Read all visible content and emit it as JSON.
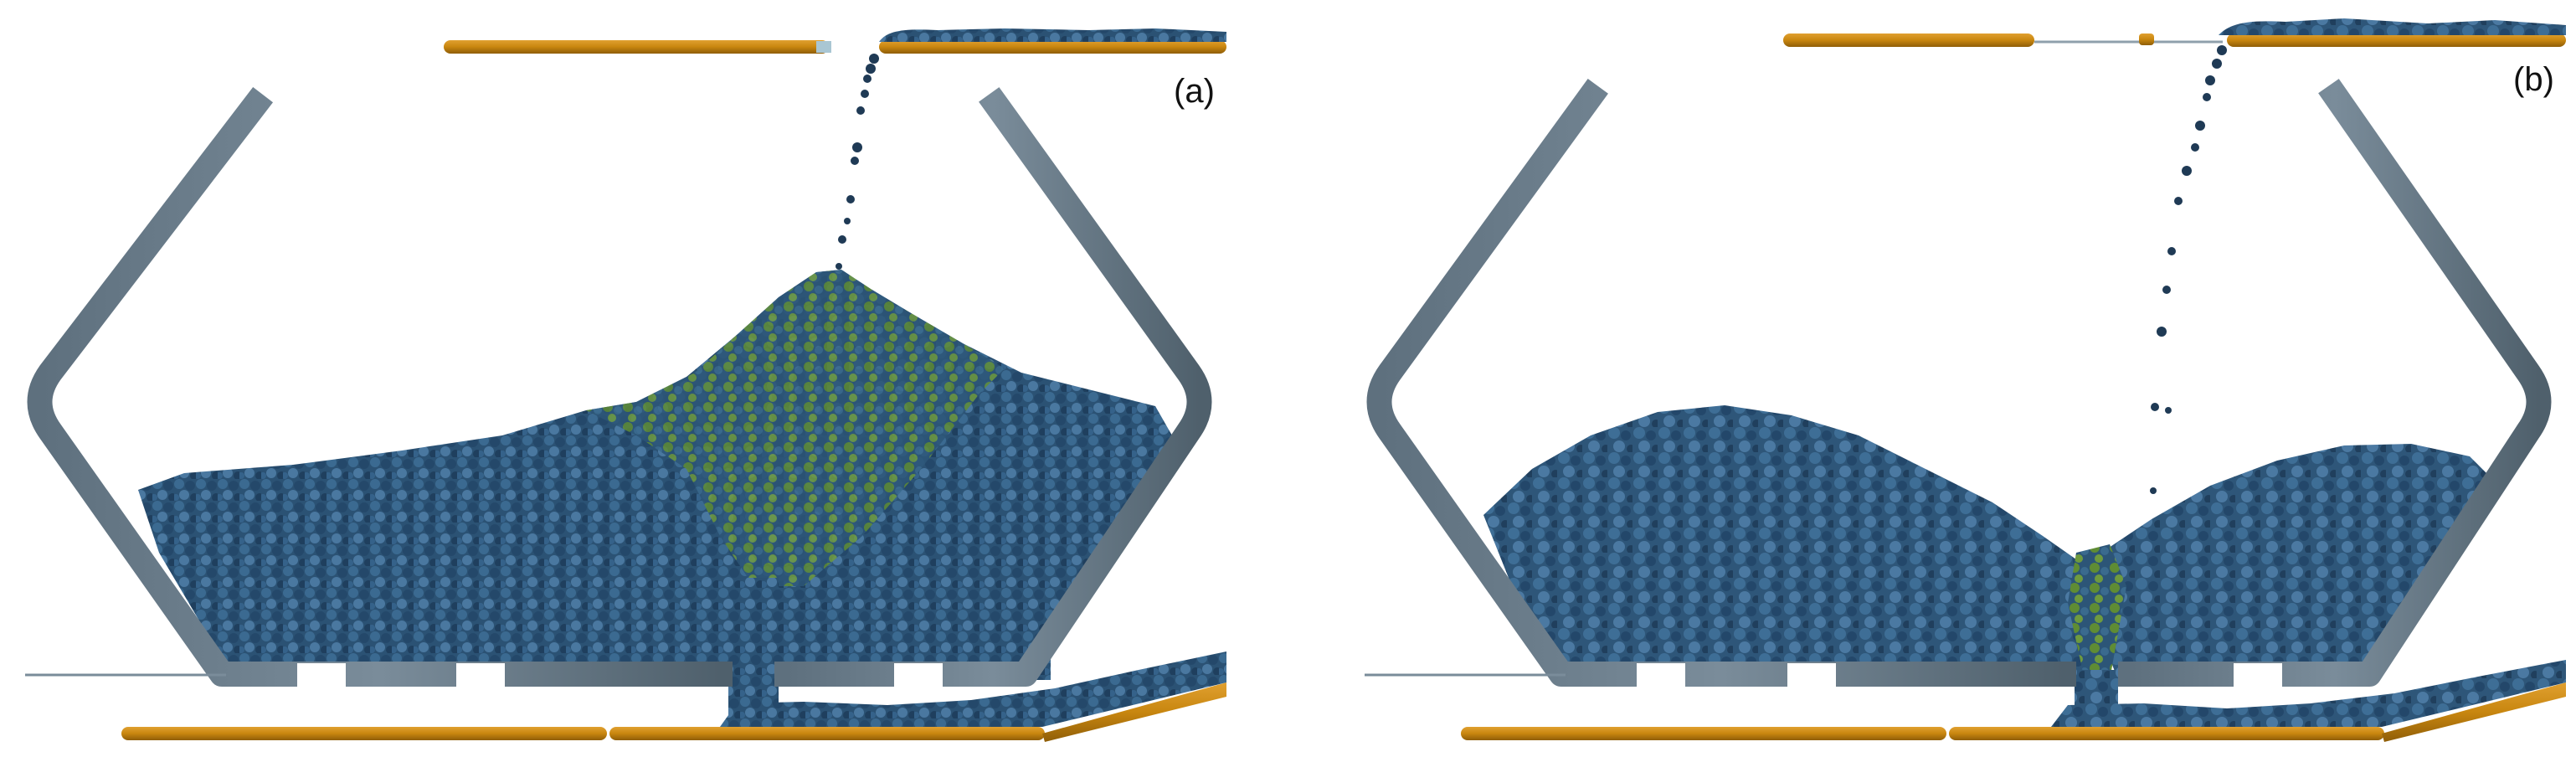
{
  "figure": {
    "panels": [
      {
        "label": "(a)",
        "state": "center-peak heap with green tracer band along the flow column"
      },
      {
        "label": "(b)",
        "state": "two side mounds with a central funnel channel"
      }
    ]
  },
  "colors": {
    "background": "#ffffff",
    "bin_wall": "#6e808e",
    "bin_wall_dark": "#4a5a66",
    "belt": "#c8860f",
    "belt_dark": "#8f5e08",
    "particle_blue": "#2c5577",
    "particle_blue_light": "#4f7fa6",
    "particle_dark": "#1a2f44",
    "particle_green": "#5f8c34"
  }
}
